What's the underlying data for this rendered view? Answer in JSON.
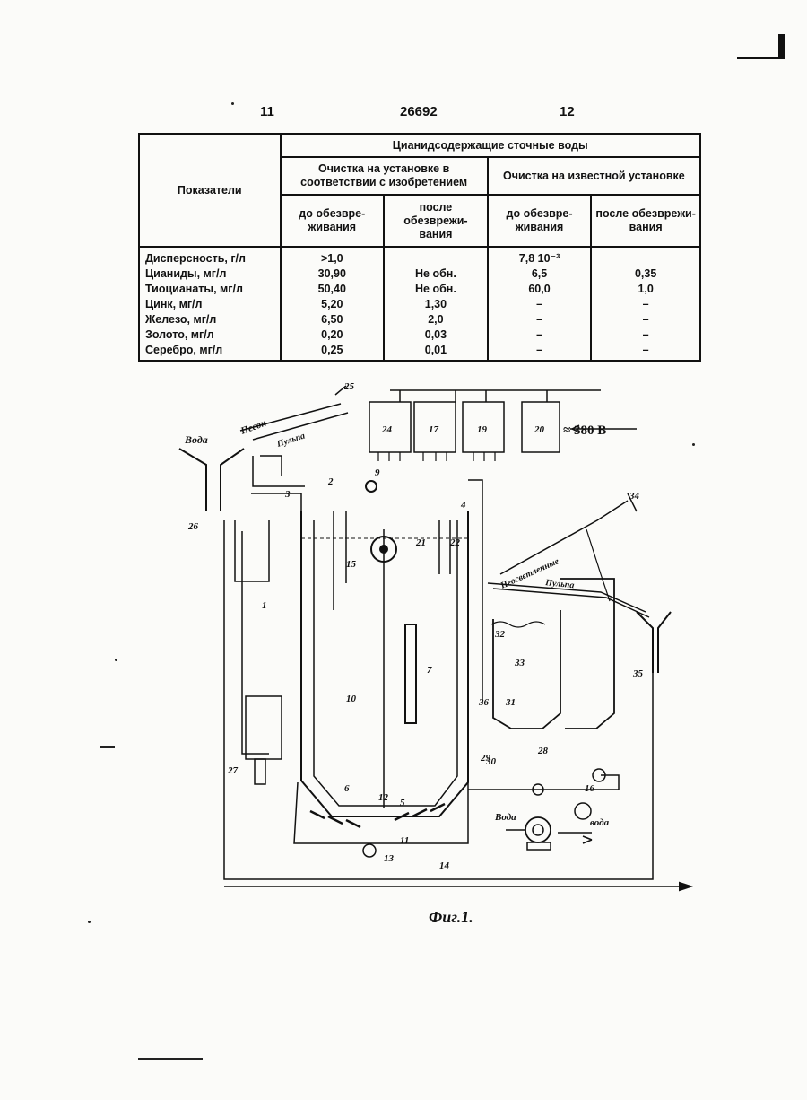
{
  "page": {
    "left_page_number": "11",
    "patent_number": "26692",
    "right_page_number": "12"
  },
  "table": {
    "header_indicators": "Показатели",
    "header_group": "Цианидсодержащие сточные воды",
    "subgroup_invention": "Очистка на установке в соответствии с изобретением",
    "subgroup_known": "Очистка на известной установке",
    "col_before_1": "до обезвре-живания",
    "col_after_1": "после обезврежи-вания",
    "col_before_2": "до обезвре-живания",
    "col_after_2": "после обезврежи-вания",
    "rows": [
      {
        "name": "Дисперсность, г/л",
        "c1": ">1,0",
        "c2": "",
        "c3": "7,8 10⁻³",
        "c4": ""
      },
      {
        "name": "Цианиды, мг/л",
        "c1": "30,90",
        "c2": "Не обн.",
        "c3": "6,5",
        "c4": "0,35"
      },
      {
        "name": "Тиоцианаты, мг/л",
        "c1": "50,40",
        "c2": "Не обн.",
        "c3": "60,0",
        "c4": "1,0"
      },
      {
        "name": "Цинк, мг/л",
        "c1": "5,20",
        "c2": "1,30",
        "c3": "–",
        "c4": "–"
      },
      {
        "name": "Железо, мг/л",
        "c1": "6,50",
        "c2": "2,0",
        "c3": "–",
        "c4": "–"
      },
      {
        "name": "Золото, мг/л",
        "c1": "0,20",
        "c2": "0,03",
        "c3": "–",
        "c4": "–"
      },
      {
        "name": "Серебро, мг/л",
        "c1": "0,25",
        "c2": "0,01",
        "c3": "–",
        "c4": "–"
      }
    ]
  },
  "figure": {
    "caption": "Фиг.1.",
    "power_label": "≈ 380 В",
    "text_voda_left": "Вода",
    "text_voda_right": "Вода",
    "text_voda_bottom": "вода",
    "text_pesok": "Песок",
    "text_pulpa_top": "Пульпа",
    "text_pulpa_right": "Пульпа",
    "text_neosvetlennye": "Неосветленные",
    "units": [
      {
        "id": "u24",
        "label": "24"
      },
      {
        "id": "u17",
        "label": "17"
      },
      {
        "id": "u19",
        "label": "19"
      },
      {
        "id": "u20",
        "label": "20"
      }
    ],
    "callouts": [
      "1",
      "2",
      "3",
      "4",
      "5",
      "6",
      "7",
      "9",
      "10",
      "11",
      "12",
      "13",
      "14",
      "15",
      "16",
      "21",
      "22",
      "25",
      "26",
      "27",
      "28",
      "29",
      "30",
      "31",
      "32",
      "33",
      "34",
      "35",
      "36"
    ]
  },
  "colors": {
    "ink": "#111111",
    "paper": "#fbfbf9"
  }
}
